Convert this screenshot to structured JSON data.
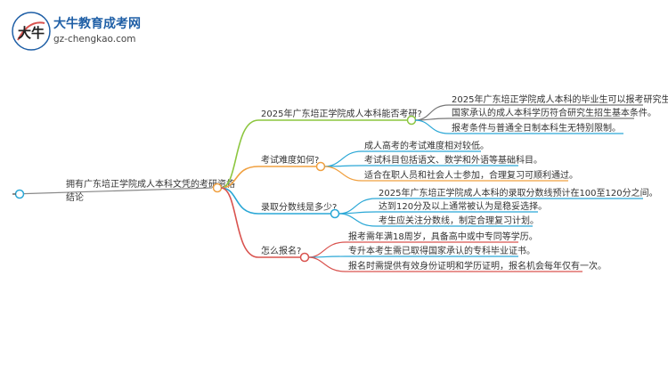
{
  "logo": {
    "brand_name": "大牛教育成考网",
    "site_url": "gz-chengkao.com",
    "mark_text": "大牛"
  },
  "colors": {
    "root": "#888888",
    "branch1": "#8cc63f",
    "branch2": "#f0a040",
    "branch3": "#2aa7d6",
    "branch4": "#d9534f"
  },
  "root": {
    "line1": "拥有广东培正学院成人本科文凭的考研资格",
    "line2": "结论"
  },
  "branches": [
    {
      "title": "2025年广东培正学院成人本科能否考研?",
      "leaves": [
        "2025年广东培正学院成人本科的毕业生可以报考研究生。",
        "国家承认的成人本科学历符合研究生招生基本条件。",
        "报考条件与普通全日制本科生无特别限制。"
      ]
    },
    {
      "title": "考试难度如何?",
      "leaves": [
        "成人高考的考试难度相对较低。",
        "考试科目包括语文、数学和外语等基础科目。",
        "适合在职人员和社会人士参加，合理复习可顺利通过。"
      ]
    },
    {
      "title": "录取分数线是多少?",
      "leaves": [
        "2025年广东培正学院成人本科的录取分数线预计在100至120分之间。",
        "达到120分及以上通常被认为是稳妥选择。",
        "考生应关注分数线，制定合理复习计划。"
      ]
    },
    {
      "title": "怎么报名?",
      "leaves": [
        "报考需年满18周岁，具备高中或中专同等学历。",
        "专升本考生需已取得国家承认的专科毕业证书。",
        "报名时需提供有效身份证明和学历证明，报名机会每年仅有一次。"
      ]
    }
  ]
}
